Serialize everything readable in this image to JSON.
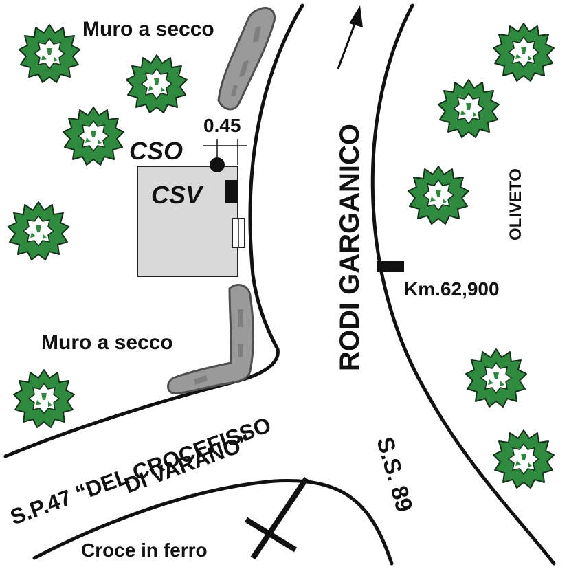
{
  "map": {
    "labels": {
      "wall_top": "Muro a secco",
      "wall_bottom": "Muro a secco",
      "cso": "CSO",
      "csv": "CSV",
      "distance": "0.45",
      "road_main": "RODI GARGANICO",
      "road_ss": "S.S. 89",
      "km": "Km.62,900",
      "oliveto": "OLIVETO",
      "sp_line1": "S.P.47 “DEL CROCEFISSO",
      "sp_line2": "DI VARANO”",
      "croce": "Croce in ferro"
    },
    "icons": {
      "tree": "olive-tree-icon",
      "arrow": "direction-arrow-icon",
      "cross": "iron-cross-icon"
    },
    "colors": {
      "tree_fill": "#2e8b3e",
      "building": "#d9d9d9",
      "wall": "#9a9a9a",
      "ink": "#111111"
    }
  }
}
